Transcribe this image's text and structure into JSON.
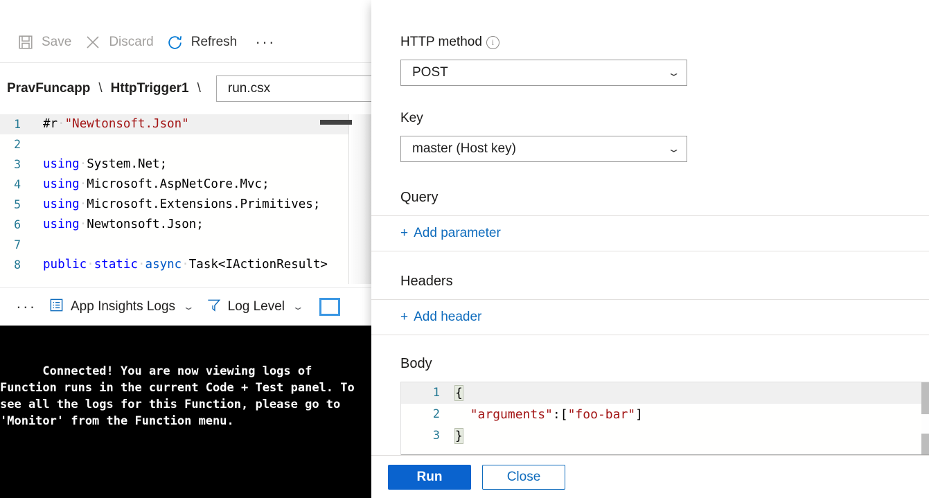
{
  "left": {
    "toolbar": {
      "save_label": "Save",
      "discard_label": "Discard",
      "refresh_label": "Refresh",
      "overflow_label": "···",
      "save_icon": "save-disk-icon",
      "discard_icon": "close-x-icon",
      "refresh_icon": "refresh-circular-arrow-icon"
    },
    "breadcrumb": {
      "app": "PravFuncapp",
      "separator": "\\",
      "function": "HttpTrigger1",
      "file_value": "run.csx"
    },
    "code": {
      "lines": [
        {
          "n": "1",
          "current": true,
          "tokens": [
            {
              "t": "#r",
              "c": "k-pre"
            },
            {
              "t": "·",
              "c": "ws"
            },
            {
              "t": "\"Newtonsoft.Json\"",
              "c": "k-str"
            }
          ]
        },
        {
          "n": "2",
          "current": false,
          "tokens": []
        },
        {
          "n": "3",
          "current": false,
          "tokens": [
            {
              "t": "using",
              "c": "k-blue"
            },
            {
              "t": "·",
              "c": "ws"
            },
            {
              "t": "System.Net;",
              "c": "k-plain"
            }
          ]
        },
        {
          "n": "4",
          "current": false,
          "tokens": [
            {
              "t": "using",
              "c": "k-blue"
            },
            {
              "t": "·",
              "c": "ws"
            },
            {
              "t": "Microsoft.AspNetCore.Mvc;",
              "c": "k-plain"
            }
          ]
        },
        {
          "n": "5",
          "current": false,
          "tokens": [
            {
              "t": "using",
              "c": "k-blue"
            },
            {
              "t": "·",
              "c": "ws"
            },
            {
              "t": "Microsoft.Extensions.Primitives;",
              "c": "k-plain"
            }
          ]
        },
        {
          "n": "6",
          "current": false,
          "tokens": [
            {
              "t": "using",
              "c": "k-blue"
            },
            {
              "t": "·",
              "c": "ws"
            },
            {
              "t": "Newtonsoft.Json;",
              "c": "k-plain"
            }
          ]
        },
        {
          "n": "7",
          "current": false,
          "tokens": []
        },
        {
          "n": "8",
          "current": false,
          "tokens": [
            {
              "t": "public",
              "c": "k-blue"
            },
            {
              "t": "·",
              "c": "ws"
            },
            {
              "t": "static",
              "c": "k-blue"
            },
            {
              "t": "·",
              "c": "ws"
            },
            {
              "t": "async",
              "c": "k-ctrl"
            },
            {
              "t": "·",
              "c": "ws"
            },
            {
              "t": "Task<IActionResult>",
              "c": "k-plain"
            }
          ]
        }
      ]
    },
    "logbar": {
      "overflow_label": "···",
      "app_insights_label": "App Insights Logs",
      "log_level_label": "Log Level",
      "chevron": "⌄",
      "list_icon": "log-list-icon",
      "filter_icon": "funnel-filter-icon",
      "square_icon": "copy-square-icon"
    },
    "console": {
      "text": "Connected! You are now viewing logs of Function runs in the current Code + Test panel. To see all the logs for this Function, please go to 'Monitor' from the Function menu."
    }
  },
  "right": {
    "http_method": {
      "label": "HTTP method",
      "info_glyph": "i",
      "value": "POST",
      "chevron": "⌄"
    },
    "key": {
      "label": "Key",
      "value": "master (Host key)",
      "chevron": "⌄"
    },
    "query": {
      "title": "Query",
      "add_label": "Add parameter",
      "plus": "+"
    },
    "headers": {
      "title": "Headers",
      "add_label": "Add header",
      "plus": "+"
    },
    "body": {
      "title": "Body",
      "lines": [
        {
          "n": "1",
          "current": true,
          "tokens": [
            {
              "t": "{",
              "c": "k-plain brace-hl"
            }
          ]
        },
        {
          "n": "2",
          "current": false,
          "tokens": [
            {
              "t": "  ",
              "c": "k-plain"
            },
            {
              "t": "\"arguments\"",
              "c": "k-str"
            },
            {
              "t": ":",
              "c": "k-plain"
            },
            {
              "t": "[",
              "c": "k-plain"
            },
            {
              "t": "\"foo-bar\"",
              "c": "k-str"
            },
            {
              "t": "]",
              "c": "k-plain"
            }
          ]
        },
        {
          "n": "3",
          "current": false,
          "tokens": [
            {
              "t": "}",
              "c": "k-plain brace-hl"
            }
          ]
        }
      ]
    },
    "footer": {
      "run_label": "Run",
      "close_label": "Close"
    }
  },
  "colors": {
    "accent_blue": "#0a63ce",
    "link_blue": "#0f6cbd",
    "console_bg": "#000000",
    "string_red": "#a31515",
    "keyword_blue": "#0000ff",
    "linenum_blue": "#237893"
  }
}
